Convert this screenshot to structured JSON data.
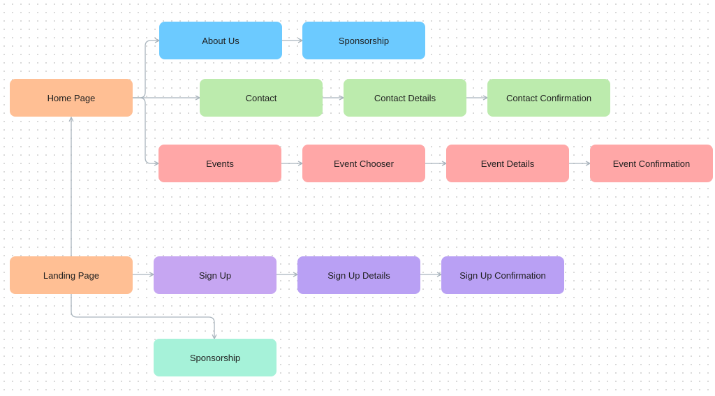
{
  "nodes": {
    "home_page": "Home Page",
    "about_us": "About Us",
    "sponsorship_top": "Sponsorship",
    "contact": "Contact",
    "contact_details": "Contact Details",
    "contact_confirmation": "Contact Confirmation",
    "events": "Events",
    "event_chooser": "Event Chooser",
    "event_details": "Event Details",
    "event_confirmation": "Event Confirmation",
    "landing_page": "Landing Page",
    "sign_up": "Sign Up",
    "sign_up_details": "Sign Up Details",
    "sign_up_confirmation": "Sign Up Confirmation",
    "sponsorship_bottom": "Sponsorship"
  },
  "edges": [
    [
      "home_page",
      "about_us"
    ],
    [
      "about_us",
      "sponsorship_top"
    ],
    [
      "home_page",
      "contact"
    ],
    [
      "contact",
      "contact_details"
    ],
    [
      "contact_details",
      "contact_confirmation"
    ],
    [
      "home_page",
      "events"
    ],
    [
      "events",
      "event_chooser"
    ],
    [
      "event_chooser",
      "event_details"
    ],
    [
      "event_details",
      "event_confirmation"
    ],
    [
      "landing_page",
      "home_page"
    ],
    [
      "landing_page",
      "sign_up"
    ],
    [
      "sign_up",
      "sign_up_details"
    ],
    [
      "sign_up_details",
      "sign_up_confirmation"
    ],
    [
      "landing_page",
      "sponsorship_bottom"
    ]
  ],
  "colors": {
    "orange": "#ffbf94",
    "blue": "#6ccaff",
    "green": "#bcebad",
    "red": "#ffa7a7",
    "purple": "#c6a6f2",
    "mint": "#a6f2d9",
    "connector": "#a9b4bd"
  }
}
